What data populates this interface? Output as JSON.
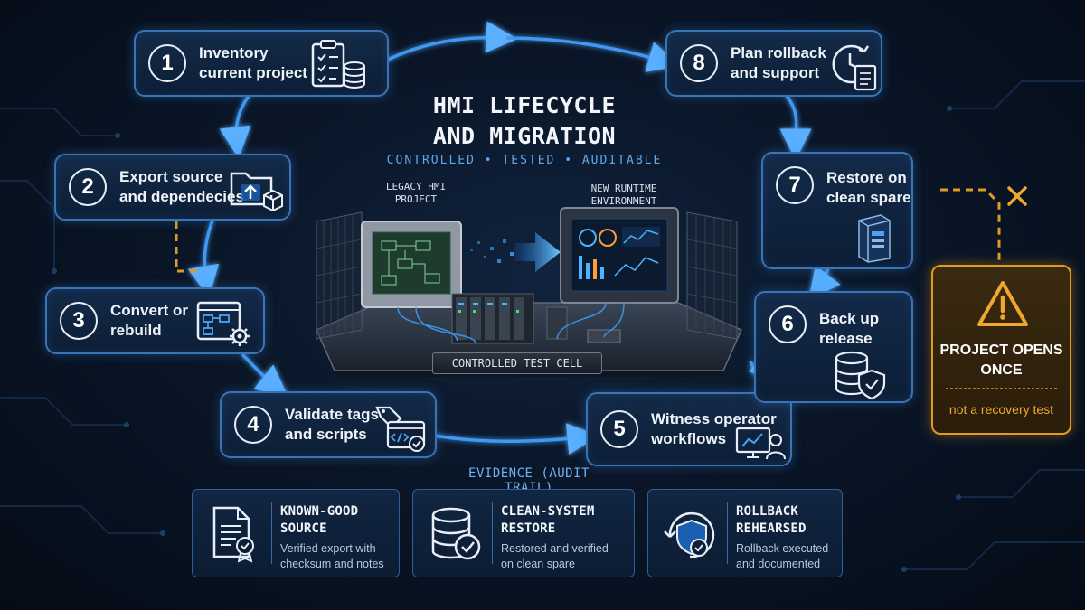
{
  "title": "HMI LIFECYCLE\nAND MIGRATION",
  "subtitle": "CONTROLLED • TESTED • AUDITABLE",
  "test_cell": {
    "legacy_label": "LEGACY HMI\nPROJECT",
    "new_label": "NEW RUNTIME\nENVIRONMENT",
    "plate": "CONTROLLED TEST CELL"
  },
  "steps": [
    {
      "num": "1",
      "label": "Inventory\ncurrent project",
      "icon": "clipboard-database-icon"
    },
    {
      "num": "2",
      "label": "Export source\nand dependecies",
      "icon": "folder-export-icon"
    },
    {
      "num": "3",
      "label": "Convert or\nrebuild",
      "icon": "flowchart-settings-icon"
    },
    {
      "num": "4",
      "label": "Validate tags\nand scripts",
      "icon": "tag-code-check-icon"
    },
    {
      "num": "5",
      "label": "Witness operator\nworkflows",
      "icon": "operator-monitor-icon"
    },
    {
      "num": "6",
      "label": "Back up\nrelease",
      "icon": "database-shield-icon"
    },
    {
      "num": "7",
      "label": "Restore on\nclean spare",
      "icon": "spare-server-icon"
    },
    {
      "num": "8",
      "label": "Plan rollback\nand support",
      "icon": "clock-document-icon"
    }
  ],
  "warning": {
    "icon": "warning-triangle-icon",
    "title": "PROJECT OPENS\nONCE",
    "note": "not a recovery test",
    "cross_icon": "x-mark-icon"
  },
  "evidence": {
    "title": "EVIDENCE (AUDIT TRAIL)",
    "items": [
      {
        "title": "KNOWN-GOOD\nSOURCE",
        "desc": "Verified export with\nchecksum and notes",
        "icon": "document-certified-icon"
      },
      {
        "title": "CLEAN-SYSTEM\nRESTORE",
        "desc": "Restored and verified\non clean spare",
        "icon": "database-check-icon"
      },
      {
        "title": "ROLLBACK\nREHEARSED",
        "desc": "Rollback executed\nand documented",
        "icon": "shield-rollback-icon"
      }
    ]
  },
  "colors": {
    "accent": "#4aa3f5",
    "warning": "#e09a22",
    "background": "#0a1628"
  }
}
